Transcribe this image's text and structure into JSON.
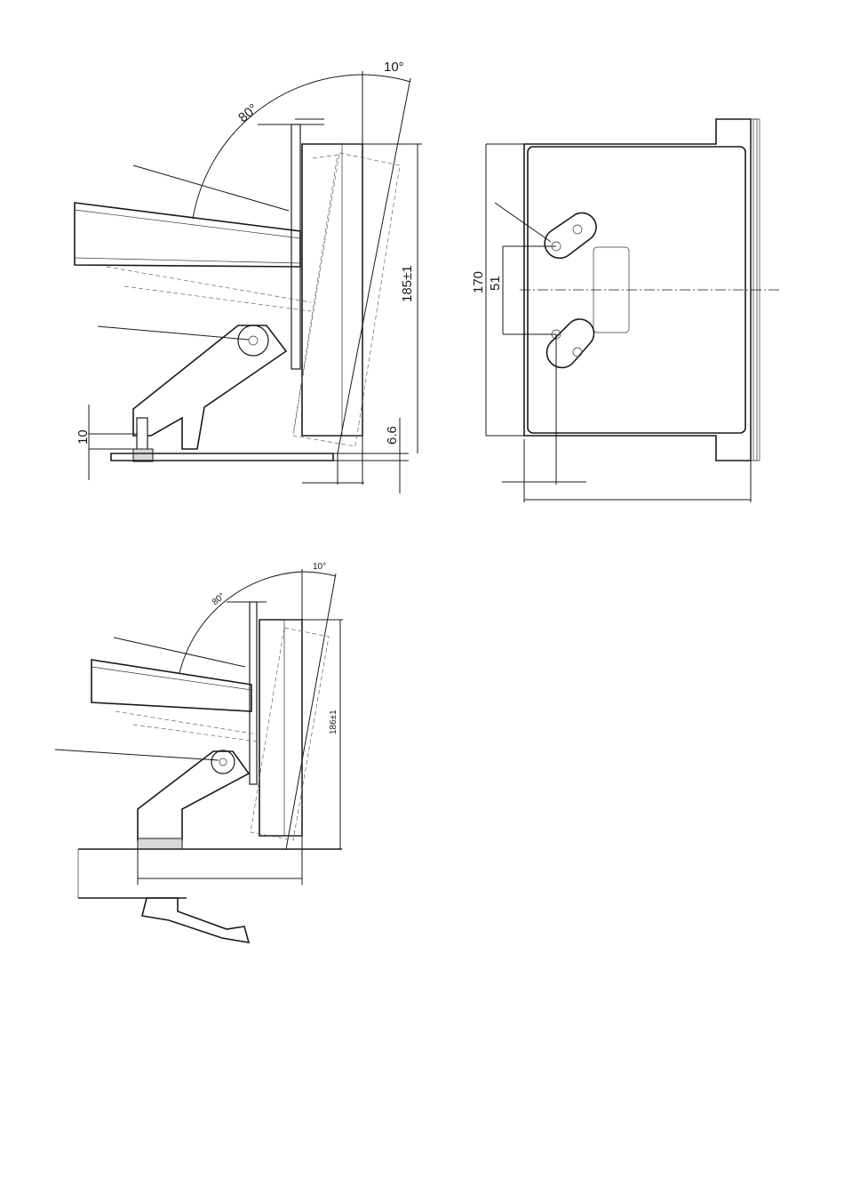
{
  "dimensions": {
    "side_angle_tilt": "10°",
    "side_angle_swing": "80°",
    "side_height": "185±1",
    "side_base_offset": "6.6",
    "side_stud_height": "10",
    "front_height": "170",
    "front_hole_spacing": "51",
    "clamp_angle_tilt": "10°",
    "clamp_angle_swing": "80°",
    "clamp_height": "186±1"
  }
}
